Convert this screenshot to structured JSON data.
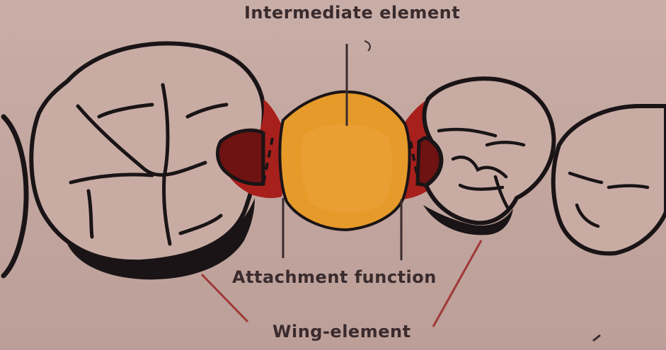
{
  "labels": {
    "intermediate": "Intermediate element",
    "attachment": "Attachment function",
    "wing": "Wing-element"
  },
  "colors": {
    "background": "#c4a9a2",
    "outline": "#1a1416",
    "pontic": "#e69a2a",
    "attachment_red": "#a8201c",
    "text": "#3a2b2e"
  }
}
